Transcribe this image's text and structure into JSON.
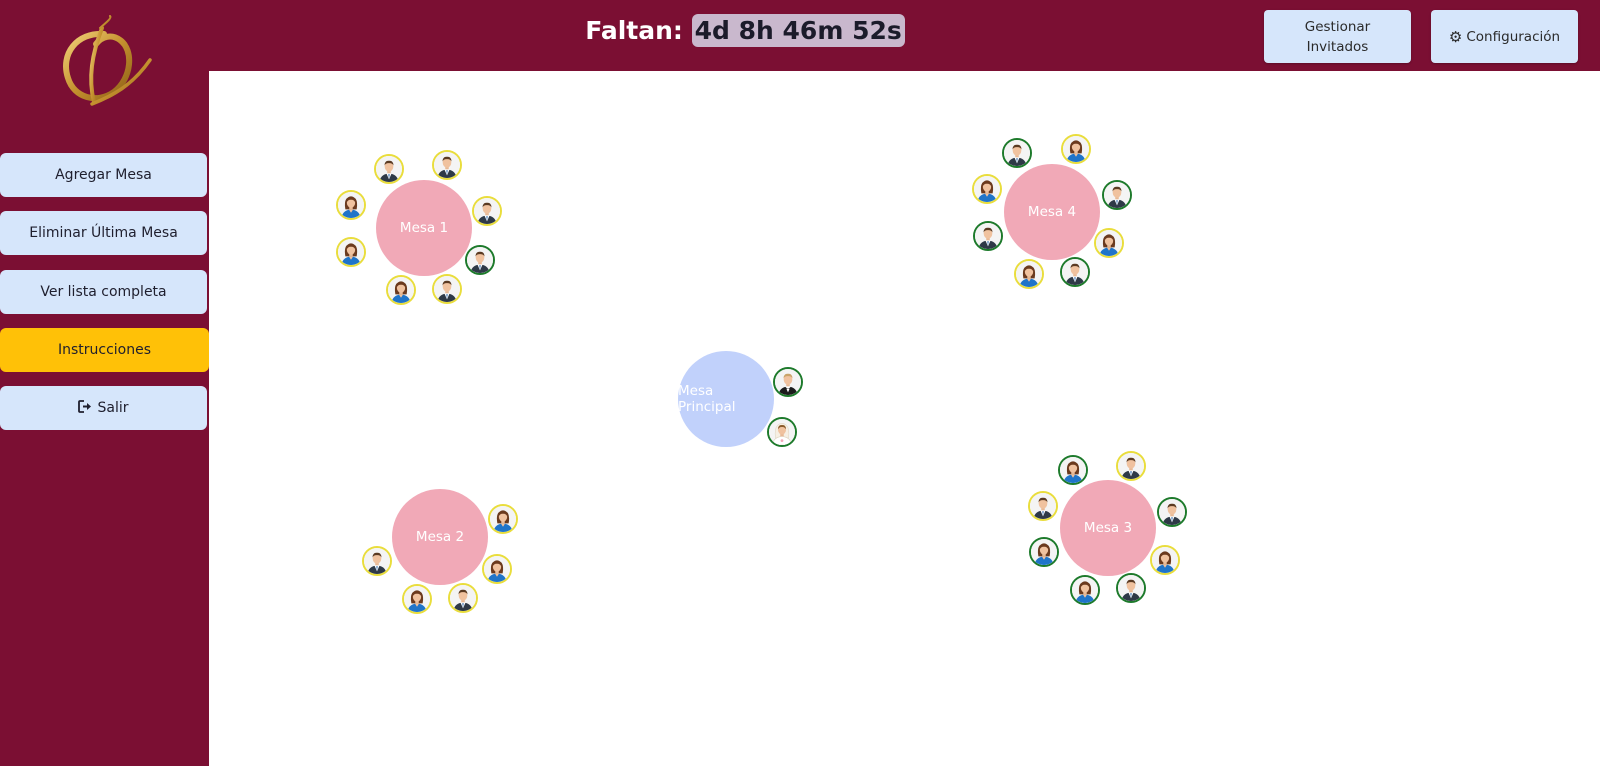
{
  "header": {
    "countdown_label": "Faltan:",
    "countdown_value": "4d 8h 46m 52s",
    "manage_guests_line1": "Gestionar",
    "manage_guests_line2": "Invitados",
    "config_label": "Configuración"
  },
  "sidebar": {
    "items": [
      {
        "label": "Agregar Mesa"
      },
      {
        "label": "Eliminar Última Mesa"
      },
      {
        "label": "Ver lista completa"
      },
      {
        "label": "Instrucciones"
      },
      {
        "label": "Salir"
      }
    ],
    "exit_icon": "sign-out-icon",
    "config_icon": "gear-icon"
  },
  "tables": {
    "mesa1": {
      "label": "Mesa 1"
    },
    "mesa2": {
      "label": "Mesa 2"
    },
    "mesa3": {
      "label": "Mesa 3"
    },
    "mesa4": {
      "label": "Mesa 4"
    },
    "principal": {
      "label": "Mesa Principal"
    }
  },
  "colors": {
    "brand": "#7b0f33",
    "button": "#d6e6fb",
    "active_button": "#ffc107",
    "guest_table": "#f1a9b7",
    "main_table": "#c1d1fb",
    "seat_border_pending": "#e9dd3c",
    "seat_border_confirmed": "#1d7a2b"
  }
}
